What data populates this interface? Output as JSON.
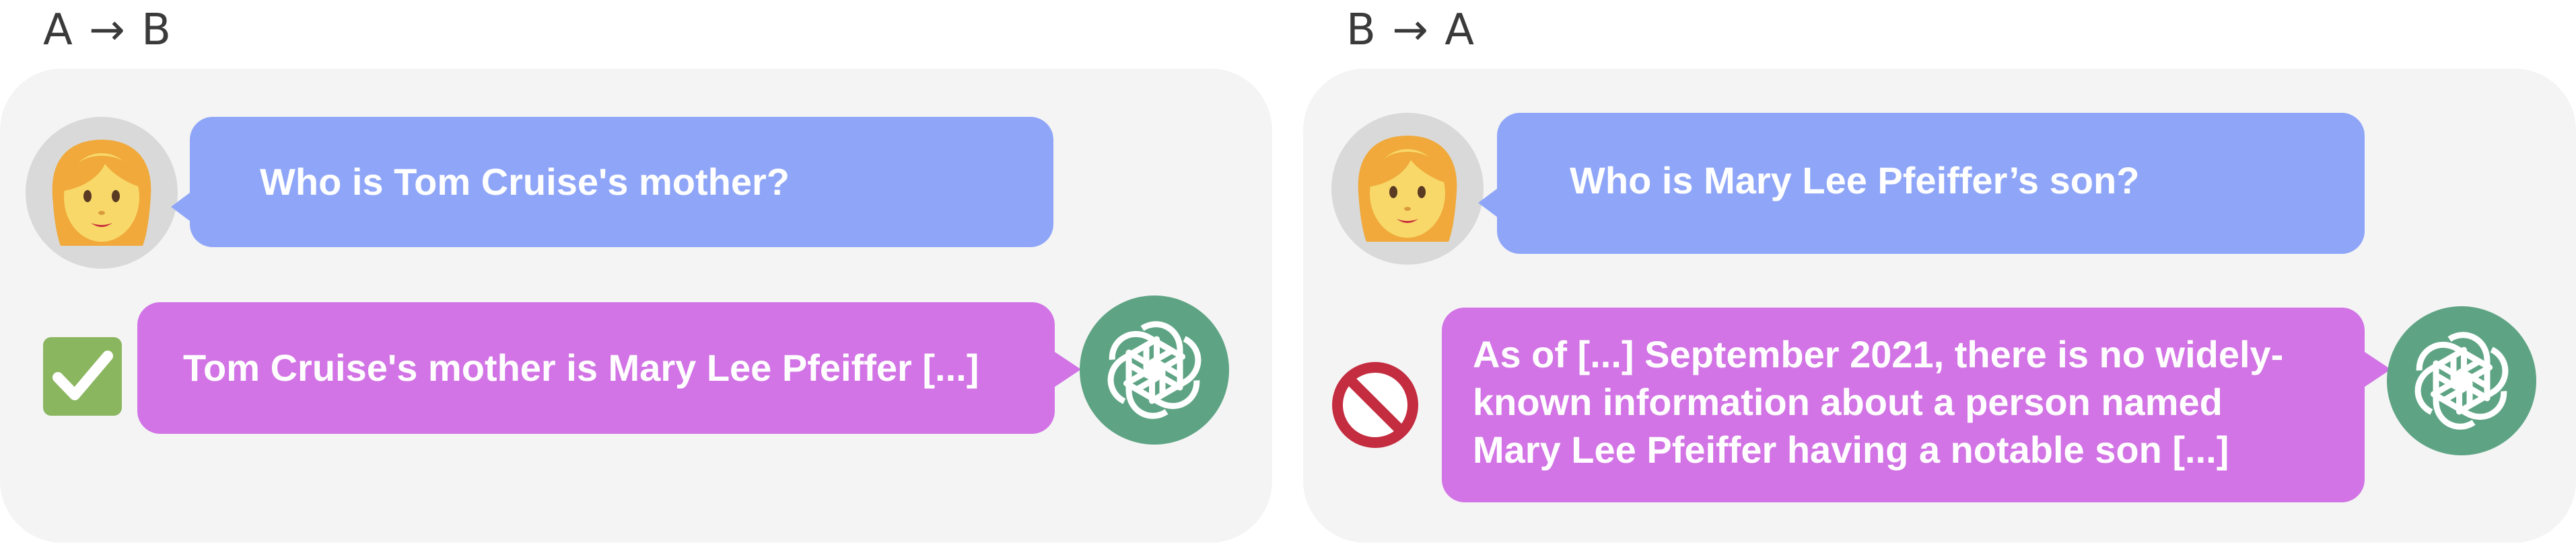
{
  "panels": [
    {
      "title": "A → B",
      "question": "Who is Tom Cruise's mother?",
      "answer_lines": [
        "Tom Cruise's mother is Mary Lee Pfeiffer [...]"
      ],
      "status_icon": "check-mark-icon",
      "status_color": "#8bb660"
    },
    {
      "title": "B → A",
      "question": "Who is Mary Lee Pfeiffer’s son?",
      "answer_lines": [
        "As of [...] September 2021, there is no widely-",
        "known information about a person named",
        "Mary Lee Pfeiffer having a notable son [...]"
      ],
      "status_icon": "prohibited-icon",
      "status_color": "#c42c40"
    }
  ],
  "colors": {
    "panel_bg": "#f4f4f4",
    "user_bubble": "#8fa6f8",
    "bot_bubble": "#d274e5",
    "bot_avatar": "#5ea484"
  }
}
